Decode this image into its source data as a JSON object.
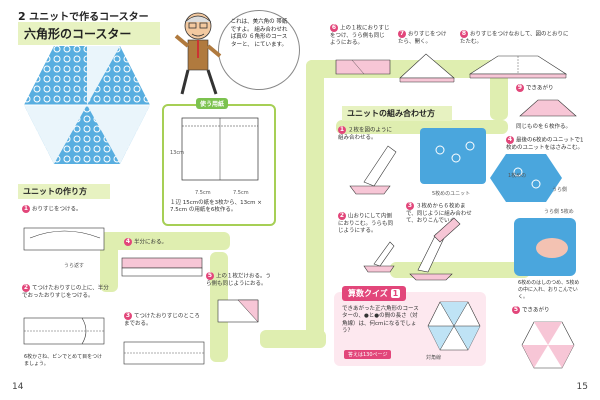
{
  "left": {
    "chapter": "2",
    "chapter_title": "ユニットで作るコースター",
    "project_title": "六角形のコースター",
    "bubble": "これは、美六角の 帯紙ですよ。 組み合わせれば真の ６角形のコースターと、 にています。",
    "paper_label": "使う用紙",
    "dim_13": "13cm",
    "dim_75a": "7.5cm",
    "dim_75b": "7.5cm",
    "paper_note": "１辺 15cmの紙を3枚から、13cm × 7.5cm の用紙を6枚作る。",
    "section_unit": "ユニットの作り方",
    "step1": "おりすじをつける。",
    "step1_hint": "うら返す",
    "step2": "てつけたおりすじの上に、半分でおったおりすじをつける。",
    "step2_hint": "6枚かさね、ピンでとめて目をつけましょう。",
    "step3": "てつけたおりすじのところまでおる。",
    "step4": "半分におる。",
    "step5": "上の１枚だけおる。うら側も同じようにおる。",
    "page": "14"
  },
  "right": {
    "step6": "上の１枚におりすじをつけ、うら側も同じようにおる。",
    "step7": "おりすじをつけたら、開く。",
    "step8": "おりすじをつけなおして、図のとおりにたたむ。",
    "done": "できあがり",
    "done_note": "同じものを６枚作る。",
    "section_combine": "ユニットの組み合わせ方",
    "c1": "２枚を図のように組み合わせる。",
    "c2": "山おりにして内側におりこむ。うらも同じようにする。",
    "c3": "３枚めから６枚めまで、同じように組み合わせて、おりこんでいく。",
    "c4": "最後の6枚めのユニットで1枚めのユニットをはさみこむ。",
    "c4_hint1": "5枚めのユニット",
    "c4_hint2": "1枚めの",
    "c4_hint3": "うら側",
    "c4_hint4": "うら側 5枚め",
    "c4_note": "6枚めのはしのつめ、5枚めの中に入れ、おりこんでいく。",
    "quiz_title": "算数クイズ",
    "quiz_num": "1",
    "quiz_text": "できあがった正六角形のコースターの、●と●の間の長さ（対角線）は、何cmになるでしょう？",
    "quiz_answer": "答えは130ページ",
    "quiz_diag": "対角線",
    "final_done": "できあがり",
    "page": "15"
  }
}
